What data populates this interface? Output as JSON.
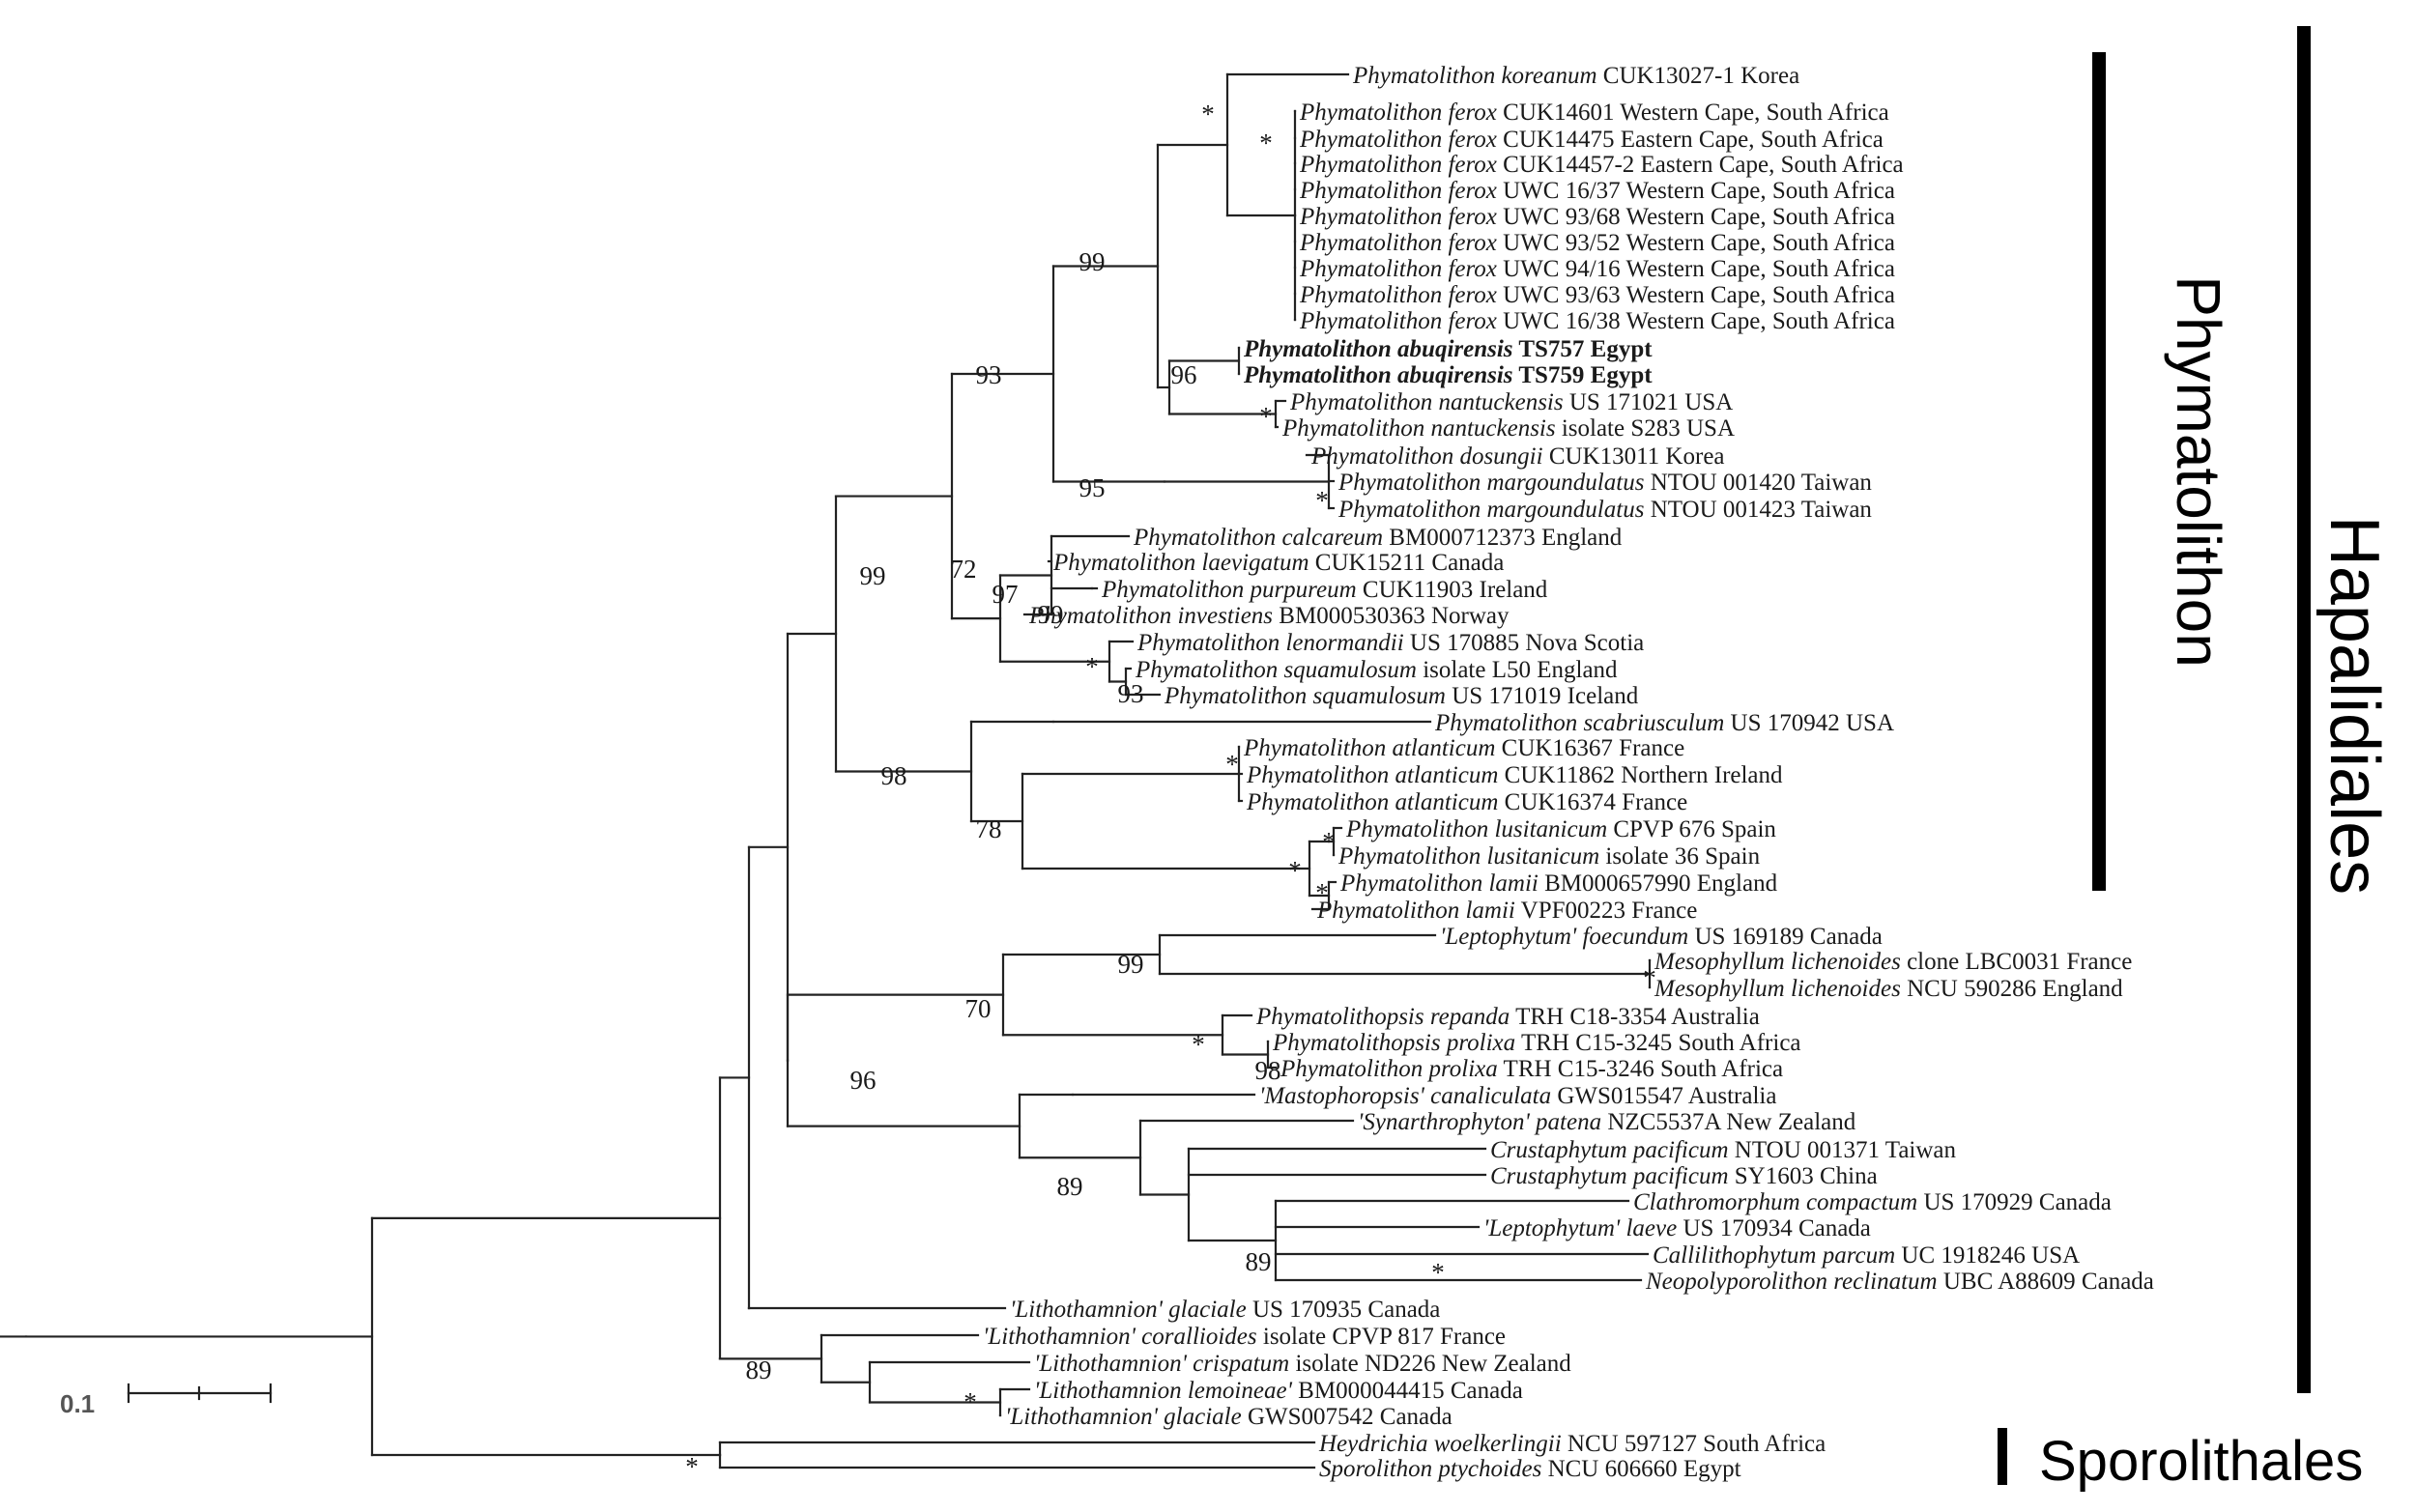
{
  "tree": {
    "taxa": [
      {
        "species": "Phymatolithon koreanum",
        "detail": "CUK13027-1 Korea"
      },
      {
        "species": "Phymatolithon ferox",
        "detail": "CUK14601  Western Cape, South Africa"
      },
      {
        "species": "Phymatolithon ferox",
        "detail": "CUK14475  Eastern Cape, South Africa"
      },
      {
        "species": "Phymatolithon ferox",
        "detail": "CUK14457-2  Eastern Cape, South Africa"
      },
      {
        "species": "Phymatolithon ferox",
        "detail": "UWC 16/37  Western Cape, South Africa"
      },
      {
        "species": "Phymatolithon ferox",
        "detail": "UWC 93/68  Western Cape, South Africa"
      },
      {
        "species": "Phymatolithon ferox",
        "detail": "UWC 93/52  Western Cape, South Africa"
      },
      {
        "species": "Phymatolithon ferox",
        "detail": "UWC 94/16  Western Cape, South Africa"
      },
      {
        "species": "Phymatolithon ferox",
        "detail": "UWC 93/63  Western Cape, South Africa"
      },
      {
        "species": "Phymatolithon ferox",
        "detail": "UWC 16/38  Western Cape, South Africa"
      },
      {
        "species": "Phymatolithon abuqirensis",
        "detail": "TS757 Egypt",
        "bold": true
      },
      {
        "species": "Phymatolithon abuqirensis",
        "detail": "TS759 Egypt",
        "bold": true
      },
      {
        "species": "Phymatolithon nantuckensis",
        "detail": "US 171021 USA"
      },
      {
        "species": "Phymatolithon nantuckensis",
        "detail": "isolate S283 USA"
      },
      {
        "species": "Phymatolithon dosungii",
        "detail": "CUK13011  Korea"
      },
      {
        "species": "Phymatolithon margoundulatus",
        "detail": "NTOU 001420  Taiwan"
      },
      {
        "species": "Phymatolithon margoundulatus",
        "detail": "NTOU 001423  Taiwan"
      },
      {
        "species": "Phymatolithon calcareum",
        "detail": "BM000712373  England"
      },
      {
        "species": "Phymatolithon laevigatum",
        "detail": "CUK15211  Canada"
      },
      {
        "species": "Phymatolithon purpureum",
        "detail": "CUK11903  Ireland"
      },
      {
        "species": "Phymatolithon investiens",
        "detail": "BM000530363  Norway"
      },
      {
        "species": "Phymatolithon lenormandii",
        "detail": "US 170885 Nova Scotia"
      },
      {
        "species": "Phymatolithon squamulosum",
        "detail": "isolate L50  England"
      },
      {
        "species": "Phymatolithon squamulosum",
        "detail": "US 171019  Iceland"
      },
      {
        "species": "Phymatolithon scabriusculum",
        "detail": "US 170942  USA"
      },
      {
        "species": "Phymatolithon atlanticum",
        "detail": "CUK16367  France"
      },
      {
        "species": "Phymatolithon atlanticum",
        "detail": "CUK11862  Northern Ireland"
      },
      {
        "species": "Phymatolithon atlanticum",
        "detail": "CUK16374  France"
      },
      {
        "species": "Phymatolithon lusitanicum",
        "detail": "CPVP 676  Spain"
      },
      {
        "species": "Phymatolithon lusitanicum",
        "detail": "isolate 36  Spain"
      },
      {
        "species": "Phymatolithon lamii",
        "detail": "BM000657990  England"
      },
      {
        "species": "Phymatolithon lamii",
        "detail": "VPF00223  France"
      },
      {
        "species": "'Leptophytum' foecundum",
        "detail": "US 169189  Canada"
      },
      {
        "species": "Mesophyllum lichenoides",
        "detail": "clone LBC0031  France"
      },
      {
        "species": "Mesophyllum lichenoides",
        "detail": "NCU 590286  England"
      },
      {
        "species": "Phymatolithopsis repanda",
        "detail": "TRH C18-3354  Australia"
      },
      {
        "species": "Phymatolithopsis prolixa",
        "detail": "TRH C15-3245  South Africa"
      },
      {
        "species": "Phymatolithon prolixa",
        "detail": "TRH C15-3246  South Africa"
      },
      {
        "species": "'Mastophoropsis' canaliculata",
        "detail": "GWS015547  Australia"
      },
      {
        "species": "'Synarthrophyton' patena",
        "detail": "NZC5537A  New Zealand"
      },
      {
        "species": "Crustaphytum pacificum",
        "detail": "NTOU 001371  Taiwan"
      },
      {
        "species": "Crustaphytum pacificum",
        "detail": "SY1603  China"
      },
      {
        "species": "Clathromorphum compactum",
        "detail": "US 170929  Canada"
      },
      {
        "species": "'Leptophytum' laeve",
        "detail": "US 170934  Canada"
      },
      {
        "species": "Callilithophytum parcum",
        "detail": "UC 1918246  USA"
      },
      {
        "species": "Neopolyporolithon reclinatum",
        "detail": "UBC A88609  Canada"
      },
      {
        "species": "'Lithothamnion' glaciale",
        "detail": "US 170935  Canada"
      },
      {
        "species": "'Lithothamnion' corallioides",
        "detail": "isolate CPVP 817  France"
      },
      {
        "species": "'Lithothamnion' crispatum",
        "detail": "isolate ND226  New Zealand"
      },
      {
        "species": "'Lithothamnion lemoineae'",
        "detail": "BM000044415  Canada"
      },
      {
        "species": "'Lithothamnion' glaciale",
        "detail": "GWS007542  Canada"
      },
      {
        "species": "Heydrichia woelkerlingii",
        "detail": "NCU 597127  South Africa"
      },
      {
        "species": "Sporolithon ptychoides",
        "detail": "NCU 606660  Egypt"
      }
    ],
    "support": [
      {
        "label": "*",
        "node": "ferox_koreanum"
      },
      {
        "label": "*",
        "node": "ferox"
      },
      {
        "label": "99",
        "node": "koreanum_abuqirensis_nantuckensis"
      },
      {
        "label": "96",
        "node": "abuqirensis"
      },
      {
        "label": "*",
        "node": "nantuckensis"
      },
      {
        "label": "93",
        "node": "core_phymatolithon"
      },
      {
        "label": "95",
        "node": "dosungii_margoundulatus"
      },
      {
        "label": "*",
        "node": "margoundulatus"
      },
      {
        "label": "99",
        "node": "phymatolithon_upper"
      },
      {
        "label": "72",
        "node": "calcareum_group"
      },
      {
        "label": "97",
        "node": "laevigatum_group"
      },
      {
        "label": "99",
        "node": "purpureum_investiens"
      },
      {
        "label": "*",
        "node": "lenormandii_squamulosum"
      },
      {
        "label": "93",
        "node": "squamulosum"
      },
      {
        "label": "98",
        "node": "phymatolithon"
      },
      {
        "label": "*",
        "node": "atlanticum"
      },
      {
        "label": "78",
        "node": "atlanticum_lusitanicum_lamii"
      },
      {
        "label": "*",
        "node": "lusitanicum"
      },
      {
        "label": "*",
        "node": "lusitanicum_lamii"
      },
      {
        "label": "*",
        "node": "lamii"
      },
      {
        "label": "99",
        "node": "foecundum_mesophyllum"
      },
      {
        "label": "*",
        "node": "mesophyllum"
      },
      {
        "label": "70",
        "node": "mesophyllaceae_a"
      },
      {
        "label": "*",
        "node": "phymatolithopsis"
      },
      {
        "label": "98",
        "node": "prolixa"
      },
      {
        "label": "96",
        "node": "mesophyllaceae"
      },
      {
        "label": "89",
        "node": "synarthrophyton_group"
      },
      {
        "label": "89",
        "node": "leptophytum_laeve_group"
      },
      {
        "label": "*",
        "node": "callilithophytum_neopolyporolithon"
      },
      {
        "label": "89",
        "node": "lithothamnion"
      },
      {
        "label": "*",
        "node": "lemoineae_glaciale"
      },
      {
        "label": "*",
        "node": "sporolithales"
      }
    ],
    "scale_bar": {
      "label": "0.1",
      "length": 0.1
    },
    "clades": [
      {
        "name": "Phymatolithon",
        "color": "#000000"
      },
      {
        "name": "Hapalidiales",
        "color": "#000000"
      },
      {
        "name": "Sporolithales",
        "color": "#000000"
      }
    ]
  }
}
